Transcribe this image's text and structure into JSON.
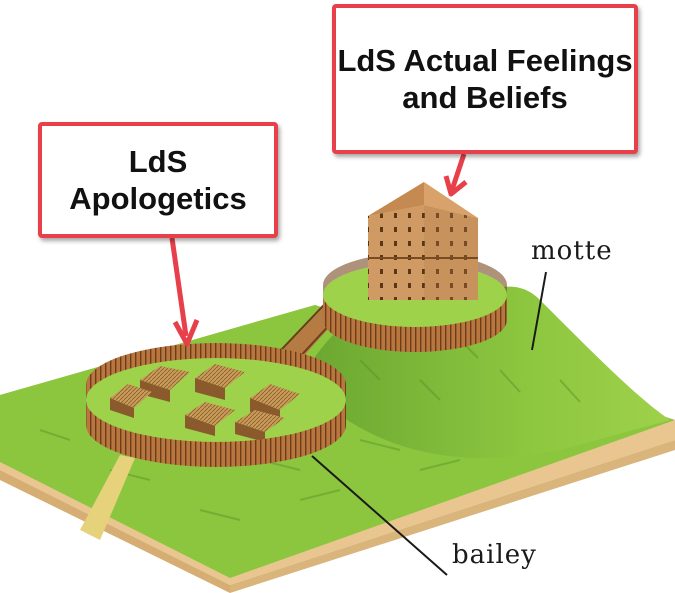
{
  "callouts": {
    "apologetics": "LdS Apologetics",
    "beliefs": "LdS Actual Feelings and Beliefs"
  },
  "labels": {
    "motte": "motte",
    "bailey": "bailey"
  },
  "colors": {
    "callout_border": "#e8404a",
    "arrow": "#e8404a",
    "grass": "#8cc63f",
    "grass_dark": "#6aa631",
    "wood": "#c88a52",
    "wood_dark": "#7a4a22",
    "base_edge": "#e9c690"
  }
}
